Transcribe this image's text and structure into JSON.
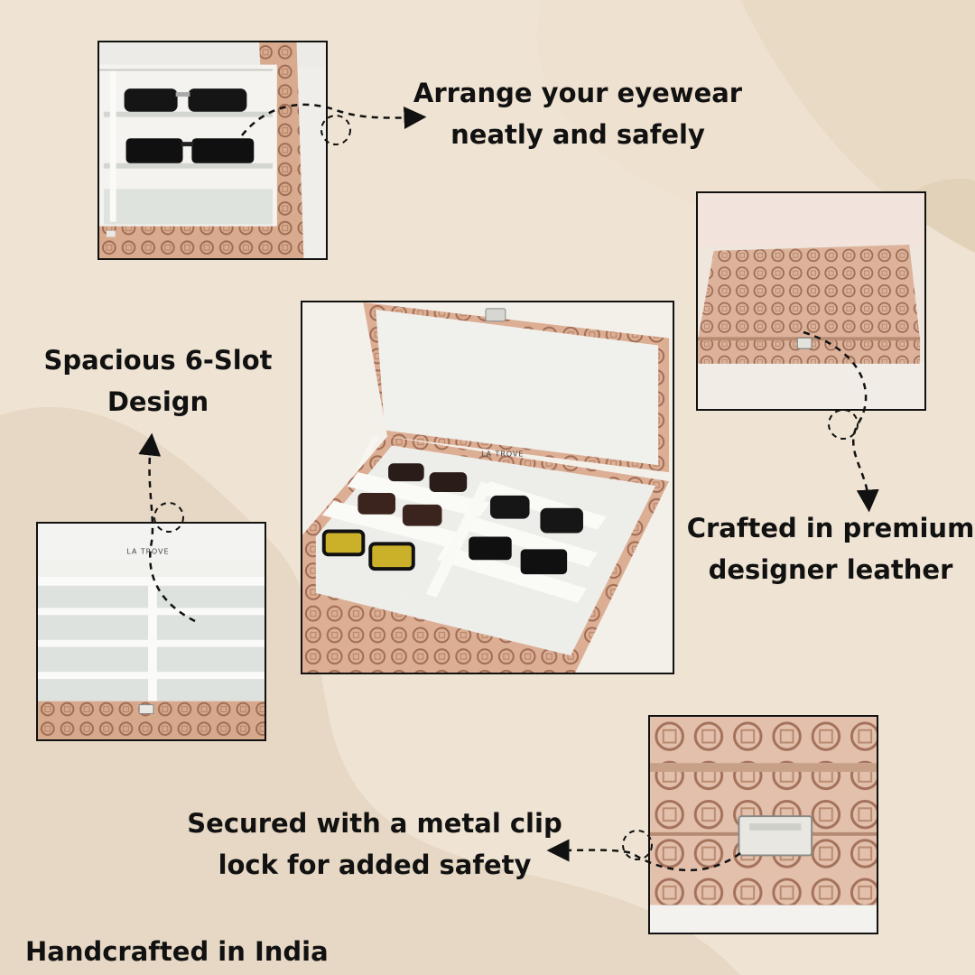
{
  "captions": {
    "arrange_line1": "Arrange your eyewear",
    "arrange_line2": "neatly and safely",
    "spacious_line1": "Spacious 6-Slot",
    "spacious_line2": "Design",
    "crafted_line1": "Crafted in premium",
    "crafted_line2": "designer leather",
    "secured_line1": "Secured with a metal clip",
    "secured_line2": "lock for added safety",
    "footer": "Handcrafted in India"
  },
  "brand_label": "LA TROVE",
  "colors": {
    "background": "#eee3d2",
    "background_shape": "#e3d3bd",
    "leather": "#d9ab8e",
    "leather_pattern": "#a06c55",
    "lining": "#f2f2ee",
    "frame_border": "#111111"
  }
}
